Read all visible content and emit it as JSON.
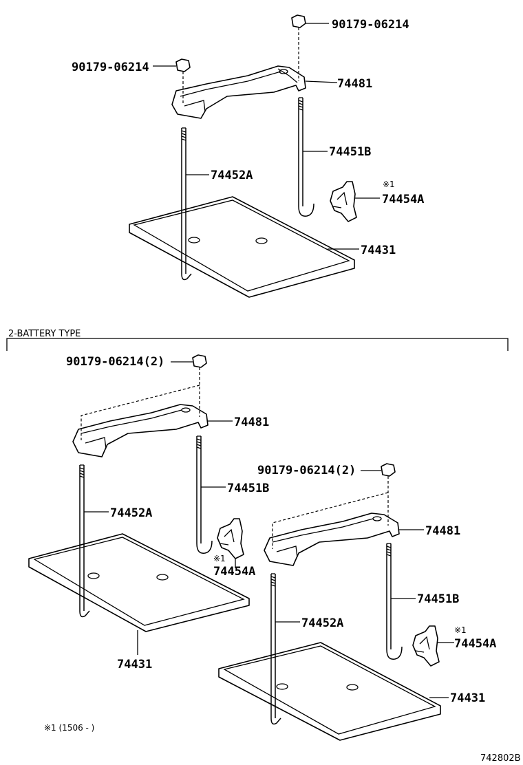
{
  "labels": {
    "top_nut": "90179-06214",
    "top_nut_left": "90179-06214",
    "top_clamp": "74481",
    "top_bolt_b": "74451B",
    "top_bolt_a": "74452A",
    "top_holder": "74454A",
    "top_holder_note": "※1",
    "top_tray": "74431",
    "section_title": "2-BATTERY TYPE",
    "b1_nut": "90179-06214(2)",
    "b1_clamp": "74481",
    "b1_bolt_b": "74451B",
    "b1_bolt_a": "74452A",
    "b1_holder_note": "※1",
    "b1_holder": "74454A",
    "b1_tray": "74431",
    "b2_nut": "90179-06214(2)",
    "b2_clamp": "74481",
    "b2_bolt_b": "74451B",
    "b2_holder_note": "※1",
    "b2_holder": "74454A",
    "b2_bolt_a": "74452A",
    "b2_tray": "74431",
    "footnote": "※1 (1506 -     )",
    "diagram_code": "742802B"
  }
}
